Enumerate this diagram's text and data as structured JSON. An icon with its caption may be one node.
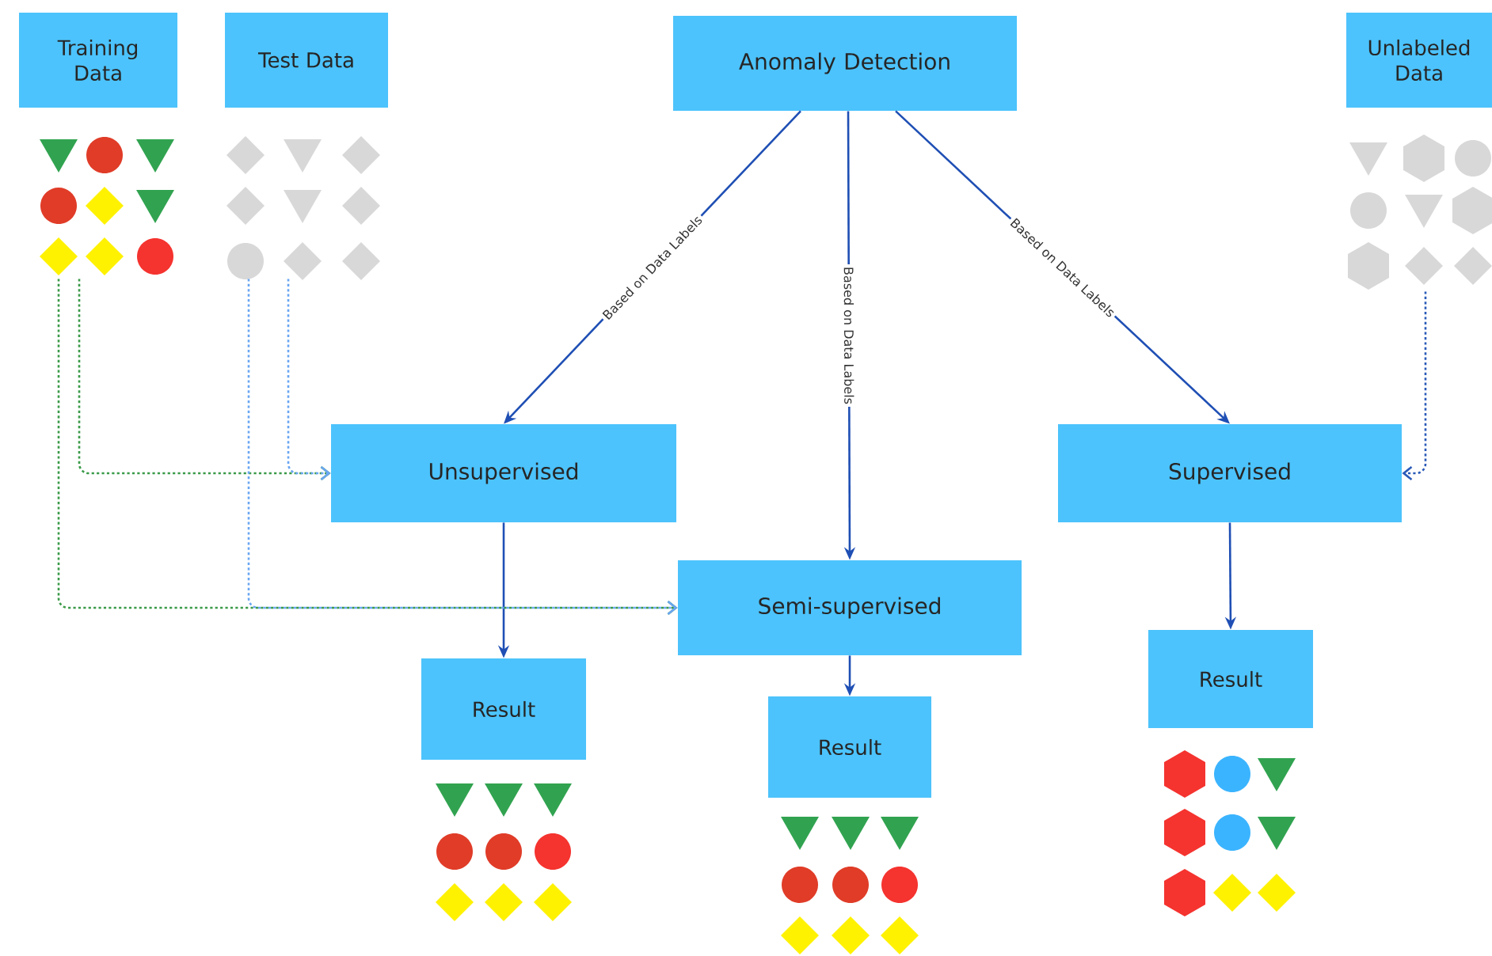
{
  "diagram": {
    "nodes": [
      {
        "text": [
          "Training Data"
        ]
      },
      {
        "text": [
          "Test Data"
        ]
      },
      {
        "text": [
          "Anomaly Detection"
        ]
      },
      {
        "text": [
          "Unlabeled Data"
        ]
      },
      {
        "text": [
          "Unsupervised"
        ]
      },
      {
        "text": [
          "Semi-supervised"
        ]
      },
      {
        "text": [
          "Supervised"
        ]
      },
      {
        "text": [
          "Result"
        ]
      },
      {
        "text": [
          "Result"
        ]
      },
      {
        "text": [
          "Result"
        ]
      },
      {
        "text": [],
        "shape": "picture"
      },
      {
        "text": [],
        "shape": "picture"
      },
      {
        "text": [],
        "shape": "picture"
      }
    ],
    "edges": [
      {
        "from": 2,
        "to": 4,
        "arrow": "to",
        "label": "Based on Data Labels"
      },
      {
        "from": 2,
        "to": 5,
        "arrow": "to",
        "label": "Based on Data Labels"
      },
      {
        "from": 2,
        "to": 6,
        "arrow": "to",
        "label": "Based on Data Labels"
      },
      {
        "from": 4,
        "to": 7,
        "arrow": "to"
      },
      {
        "from": 5,
        "to": 8,
        "arrow": "to"
      },
      {
        "from": 6,
        "to": 9,
        "arrow": "to"
      },
      {
        "from": 10,
        "to": 4,
        "arrow": "to",
        "style": "dashed",
        "color": "#3a9a48"
      },
      {
        "from": 10,
        "to": 5,
        "arrow": "to",
        "style": "dashed",
        "color": "#3a9a48"
      },
      {
        "from": 11,
        "to": 4,
        "arrow": "to",
        "style": "dashed",
        "color": "#6aa6f2"
      },
      {
        "from": 11,
        "to": 5,
        "arrow": "to",
        "style": "dashed",
        "color": "#6aa6f2"
      },
      {
        "from": 12,
        "to": 6,
        "arrow": "to",
        "style": "dashed",
        "color": "#2a5ab8"
      }
    ]
  }
}
